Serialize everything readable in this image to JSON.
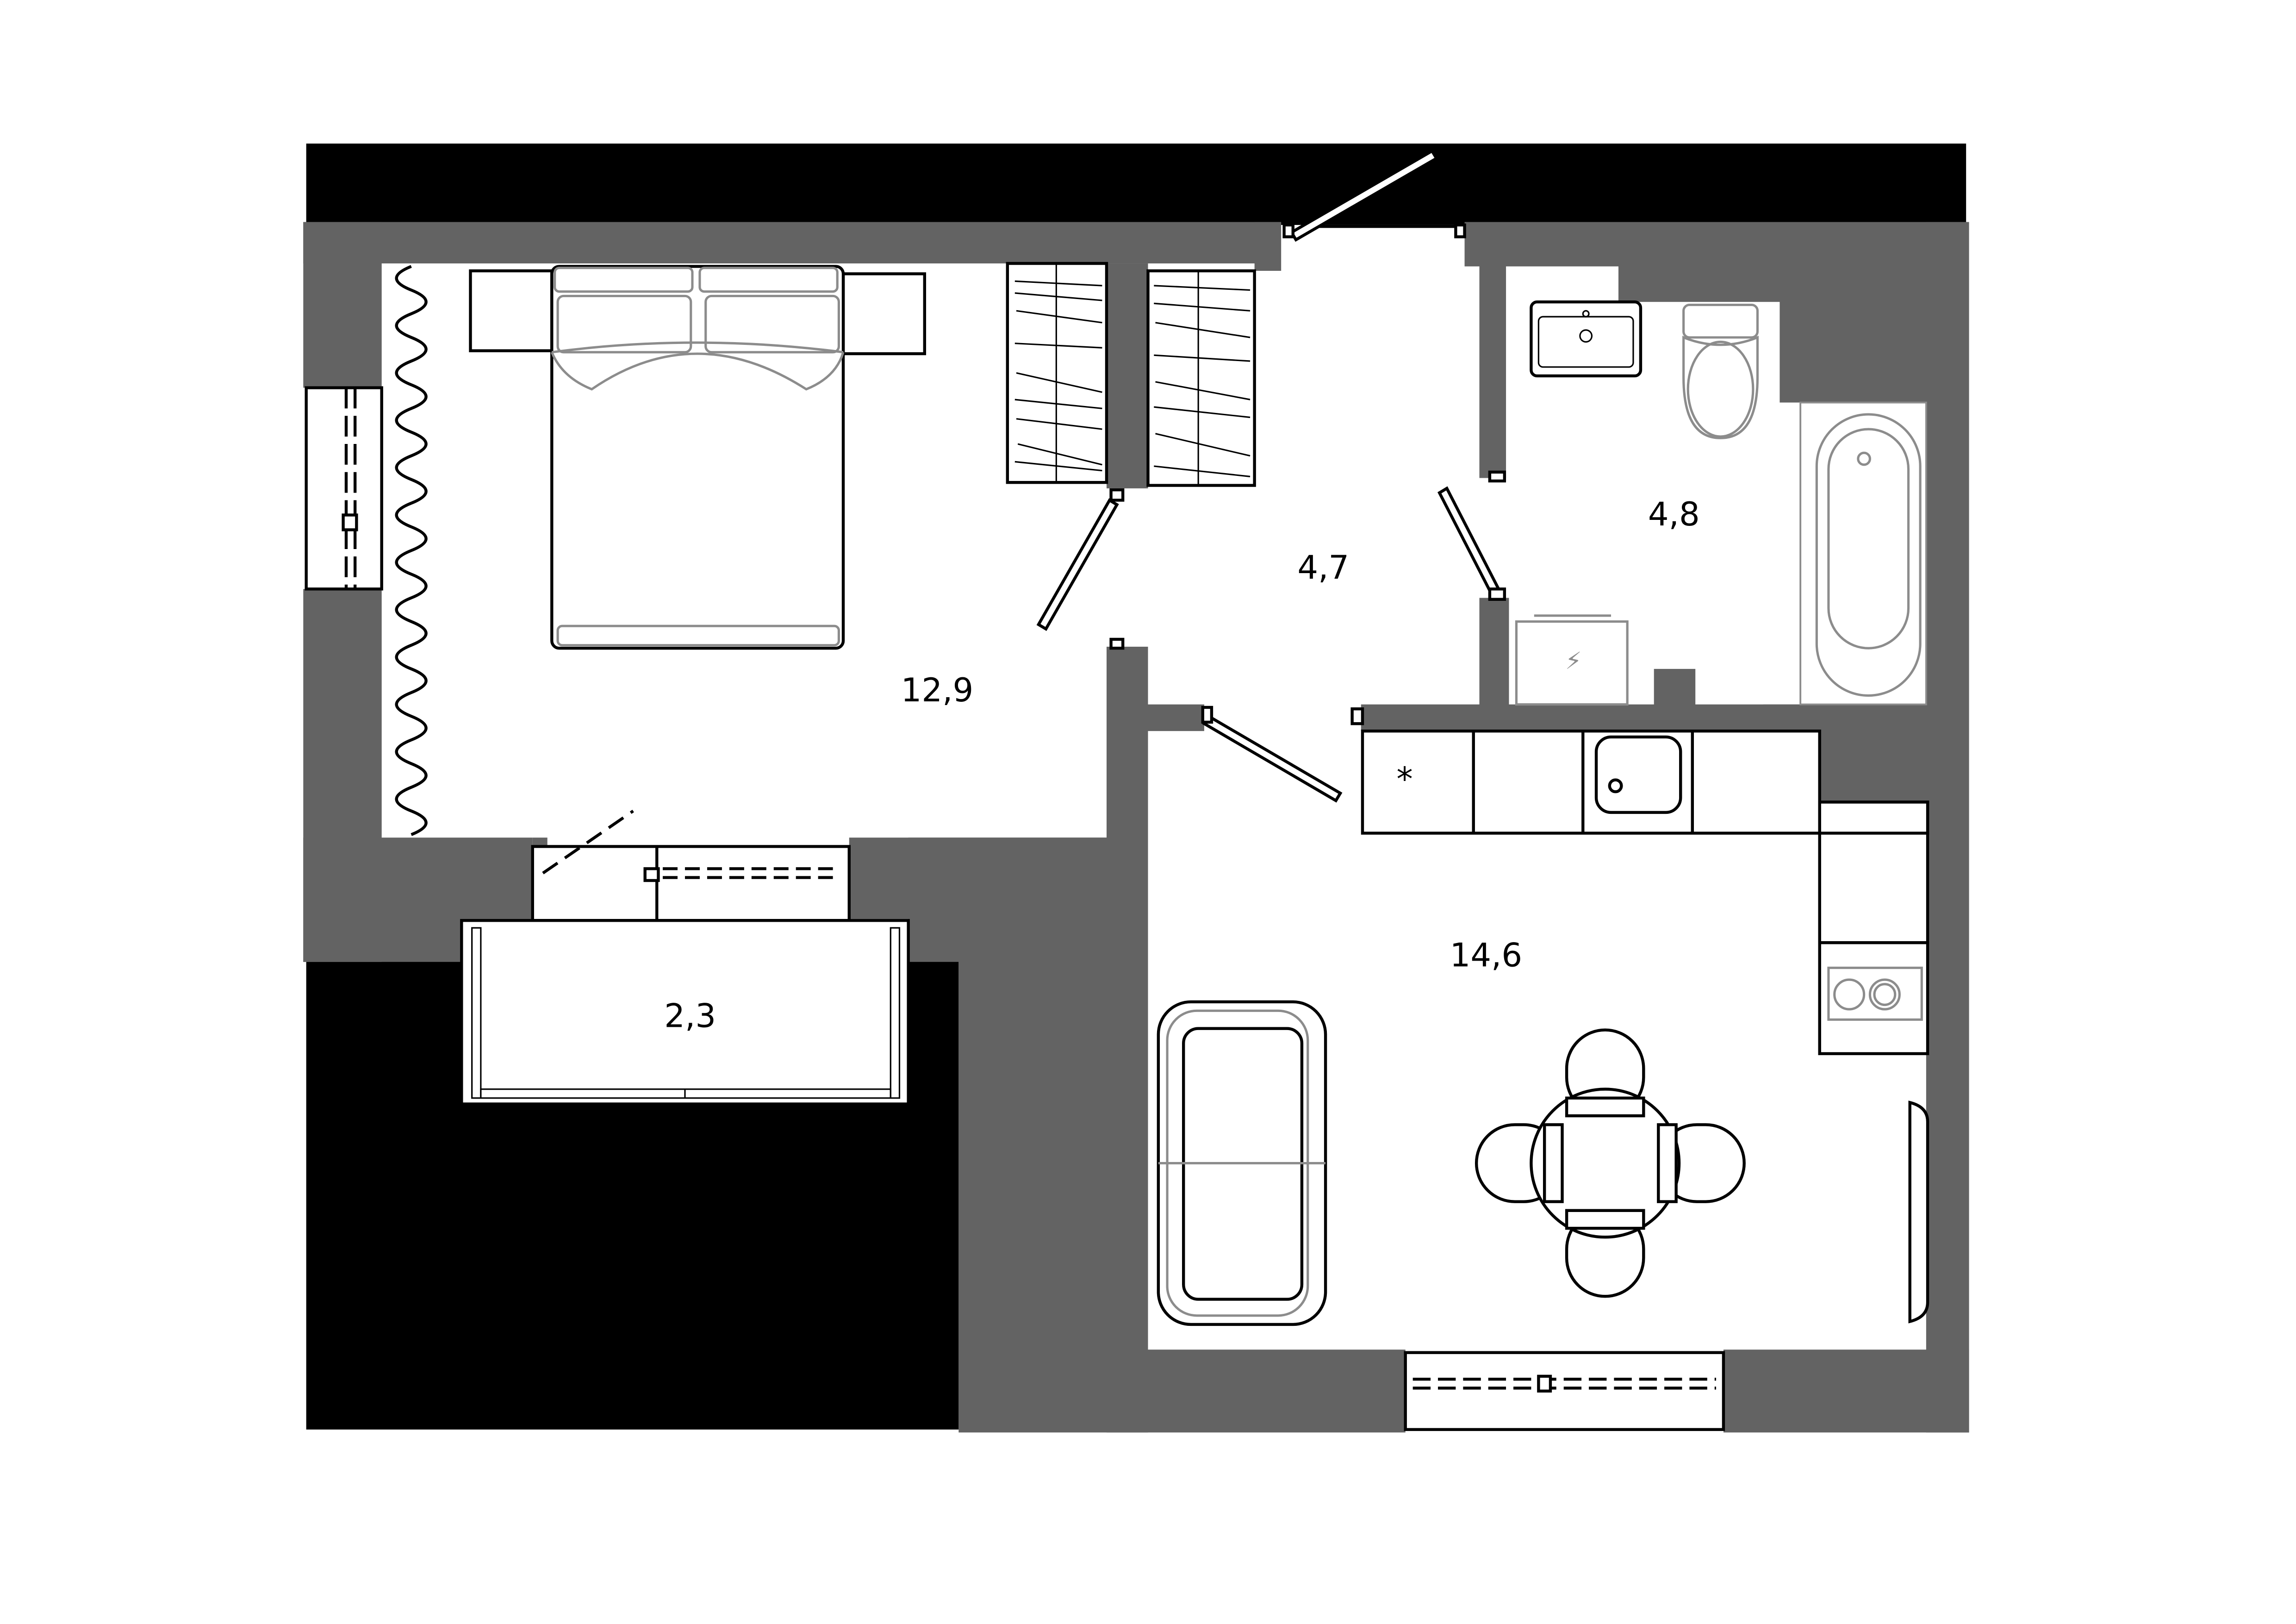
{
  "plan": {
    "colors": {
      "background": "#ffffff",
      "wall": "#636363",
      "exterior": "#000000",
      "furniture_line": "#000000",
      "fixture_line": "#8c8c8c"
    },
    "rooms": [
      {
        "id": "bedroom",
        "area": "12,9"
      },
      {
        "id": "hallway",
        "area": "4,7"
      },
      {
        "id": "bathroom",
        "area": "4,8"
      },
      {
        "id": "kitchen-living",
        "area": "14,6"
      },
      {
        "id": "balcony",
        "area": "2,3"
      }
    ],
    "symbols": {
      "fridge_marker": "*",
      "electrical_marker": "⚡"
    }
  }
}
